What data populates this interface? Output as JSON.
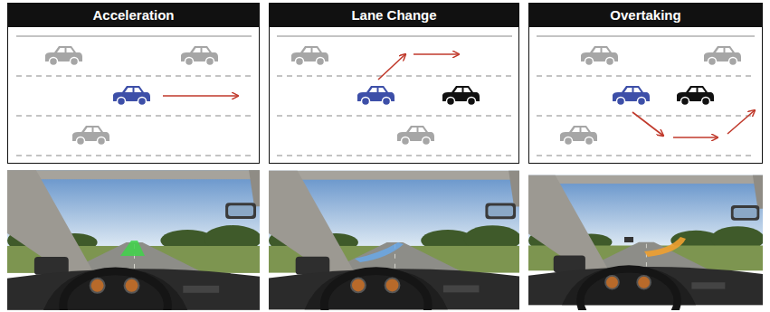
{
  "diagram": {
    "nodes": [
      {
        "text": [
          "Acceleration"
        ]
      },
      {
        "text": [
          "Lane Change"
        ]
      },
      {
        "text": [
          "Overtaking"
        ]
      }
    ]
  }
}
